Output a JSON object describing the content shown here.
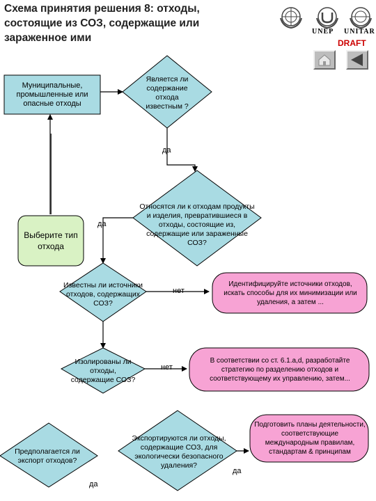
{
  "header": {
    "title": "Схема принятия решения 8: отходы, состоящие из СОЗ, содержащие или зараженное ими",
    "logos": [
      "UNEP",
      "UNITAR"
    ],
    "draft": "DRAFT"
  },
  "nav": {
    "home_icon": "home-icon",
    "back_icon": "back-arrow-icon"
  },
  "nodes": {
    "municipal": "Муниципальные, промышленные или опасные отходы",
    "is_known": "Является ли содержание отхода известным ?",
    "choose_type": "Выберите тип отхода",
    "products": "Относятся ли к отходам продукты и изделия, превратившиеся в отходы, состоящие из, содержащие или зараженные СОЗ?",
    "sources_known": "Известны ли источники отходов, содержащих СОЗ?",
    "identify": "Идентифицируйте источники отходов, искать способы для их минимизации или удаления, а затем ...",
    "isolated": "Изолированы ли отходы, содержащие СОЗ?",
    "strategy": "В соответствии со ст. 6.1.a,d, разработайте стратегию по разделению отходов и соответствующему их управлению, затем...",
    "export_planned": "Предполагается ли экспорт отходов?",
    "exported": "Экспортируются ли отходы, содержащие СОЗ, для экологически безопасного удаления?",
    "prepare_plans": "Подготовить планы деятельности, соответствующие международным правилам, стандартам & принципам"
  },
  "edges": {
    "yes1": "да",
    "yes2": "да",
    "no1": "нет",
    "no2": "нет",
    "yes3": "да",
    "yes4": "да"
  },
  "colors": {
    "diamond": "#a9dbe3",
    "pink": "#f7a3d4",
    "green": "#d9f2c4",
    "draft": "#cc0000"
  }
}
